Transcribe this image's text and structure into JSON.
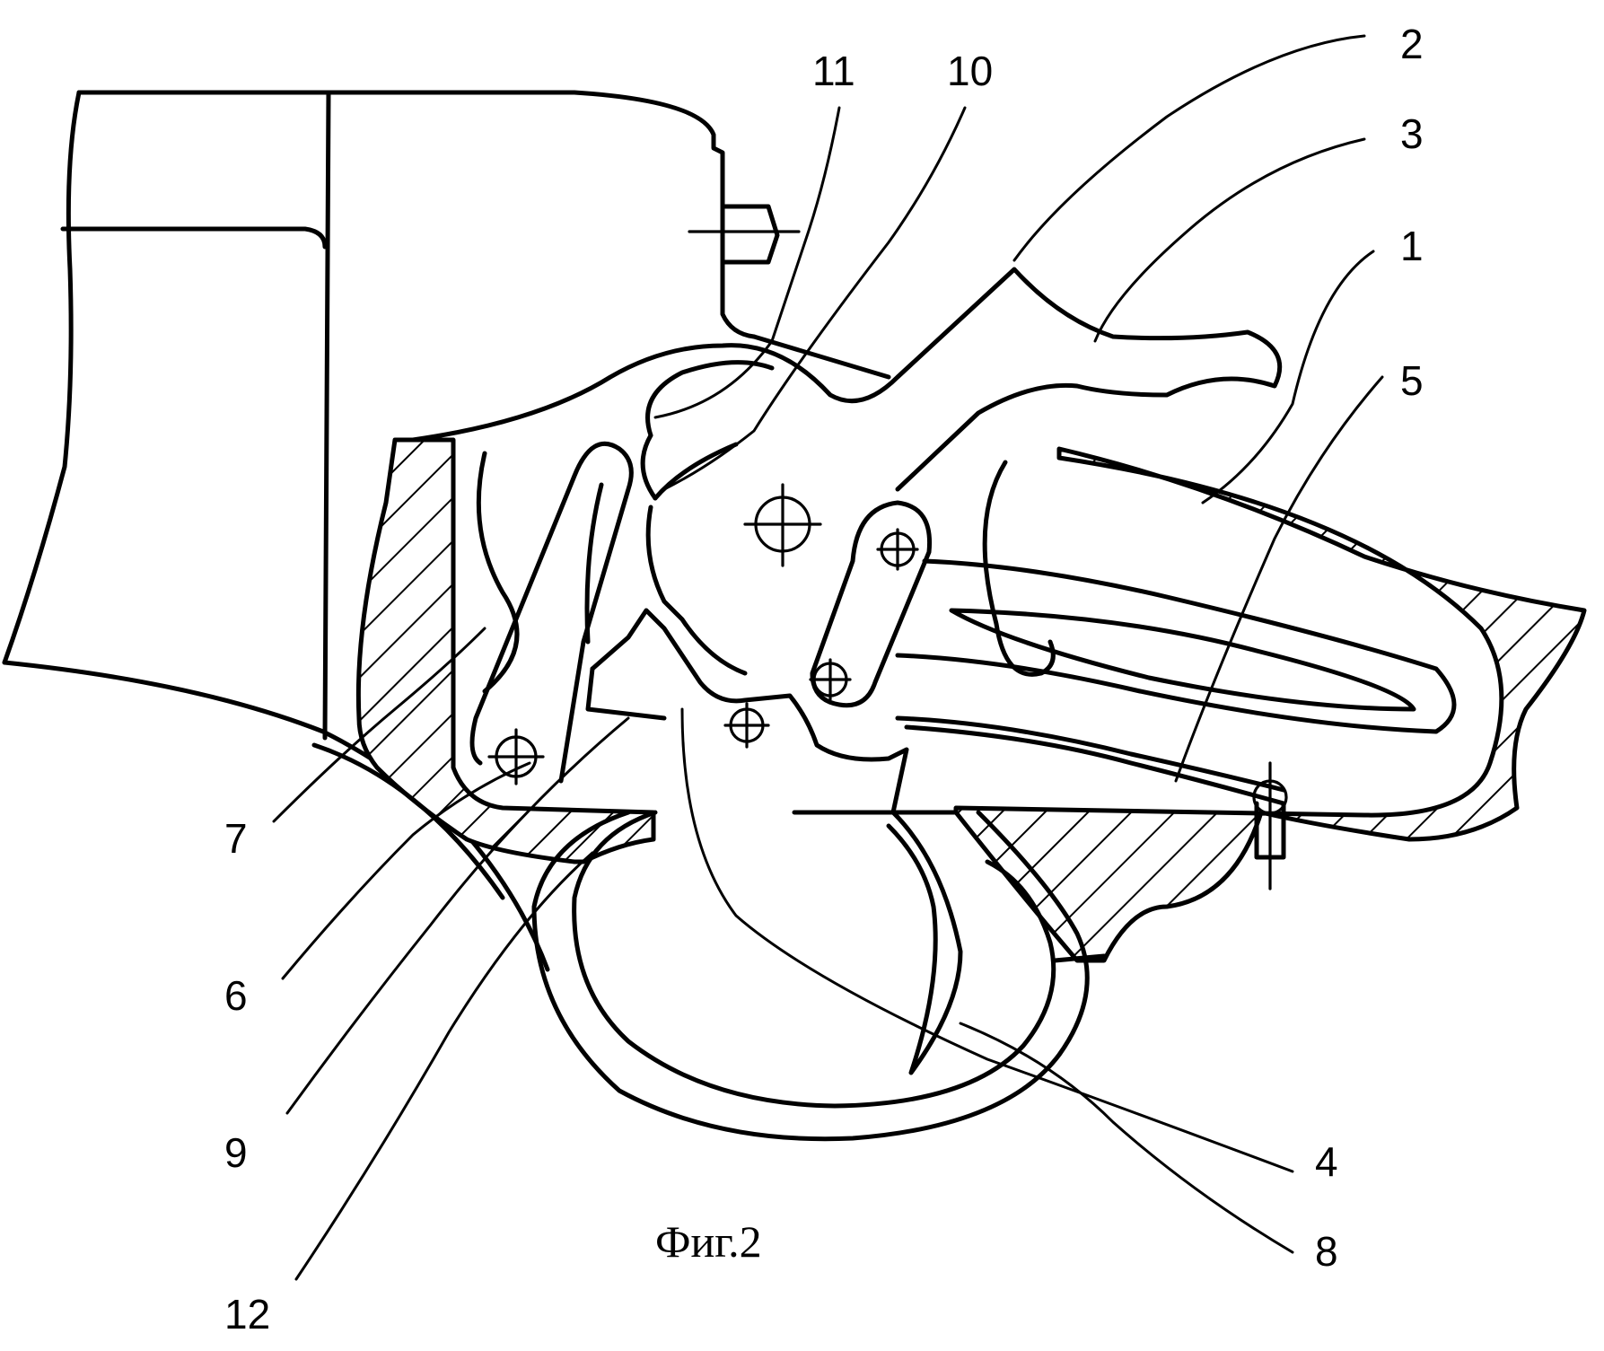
{
  "figure": {
    "caption": "Фиг.2",
    "labels": {
      "l1": "1",
      "l2": "2",
      "l3": "3",
      "l4": "4",
      "l5": "5",
      "l6": "6",
      "l7": "7",
      "l8": "8",
      "l9": "9",
      "l10": "10",
      "l11": "11",
      "l12": "12"
    }
  }
}
